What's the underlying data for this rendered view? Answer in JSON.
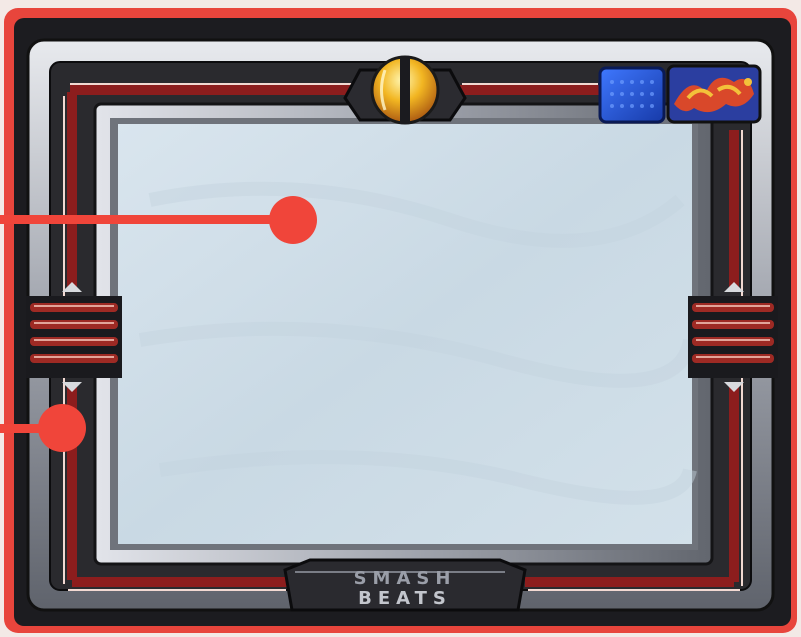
{
  "screen": {
    "kind": "game-hud-frame",
    "view": "empty-playfield"
  },
  "hud": {
    "center_emblem": "split-orb-icon",
    "top_right_icons": [
      "blue-panel-icon",
      "dragon-crest-icon"
    ],
    "side_vents": [
      "left-vent",
      "right-vent"
    ],
    "bottom_logo": {
      "line1": "SMASH",
      "line2": "BEATS"
    }
  },
  "callouts": [
    {
      "name": "callout-playfield",
      "target": "playfield"
    },
    {
      "name": "callout-left-rail",
      "target": "left-rail"
    }
  ],
  "colors": {
    "border_red": "#e8453c",
    "frame_dark": "#1a1a1e",
    "bevel_silver": "#b9bcc4",
    "rail_red": "#8c1d1d",
    "playfield_pale": "#cfdde7",
    "callout_red": "#f0453a",
    "emblem_gold": "#f0b020",
    "icon_blue": "#1d4bc8"
  }
}
